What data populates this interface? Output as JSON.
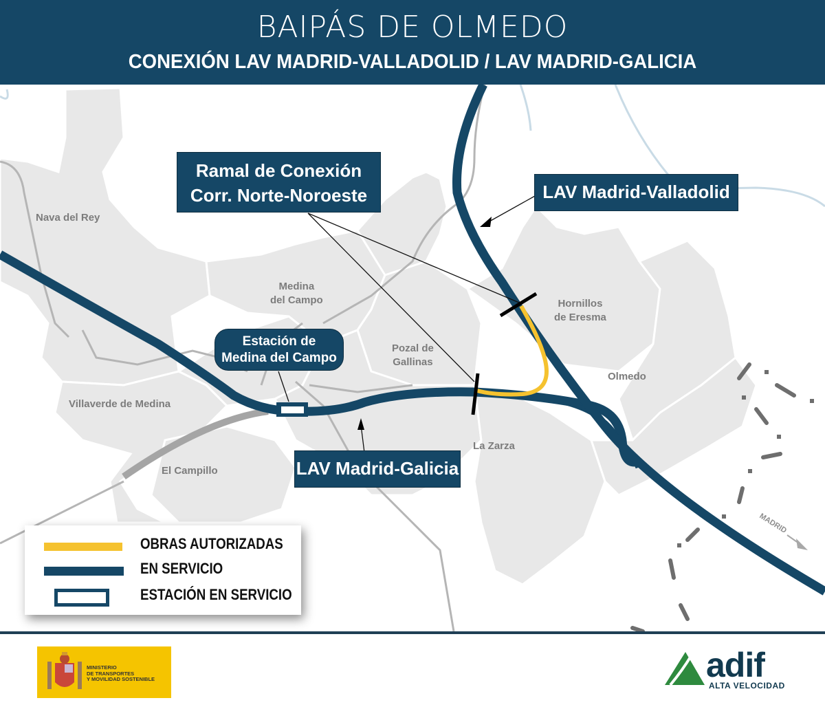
{
  "header": {
    "title": "BAIPÁS DE OLMEDO",
    "subtitle": "CONEXIÓN LAV MADRID-VALLADOLID / LAV MADRID-GALICIA"
  },
  "colors": {
    "brand_navy": "#154766",
    "works_yellow": "#f5c22f",
    "municipality_gray": "#e8e8e8",
    "label_gray": "#7c7c7c",
    "river_blue": "#c9dbe6"
  },
  "callouts": {
    "ramal_line1": "Ramal de Conexión",
    "ramal_line2": "Corr. Norte-Noroeste",
    "lav_valladolid": "LAV Madrid-Valladolid",
    "lav_galicia": "LAV Madrid-Galicia",
    "station_line1": "Estación de",
    "station_line2": "Medina del Campo"
  },
  "towns": [
    {
      "name": "Nava del Rey"
    },
    {
      "line1": "Medina",
      "line2": "del Campo"
    },
    {
      "line1": "Hornillos",
      "line2": "de Eresma"
    },
    {
      "line1": "Pozal de",
      "line2": "Gallinas"
    },
    {
      "name": "Olmedo"
    },
    {
      "name": "Villaverde de Medina"
    },
    {
      "name": "La Zarza"
    },
    {
      "name": "El Campillo"
    }
  ],
  "direction_label": "MADRID",
  "legend": {
    "items": [
      {
        "label": "OBRAS AUTORIZADAS",
        "type": "yellow-line"
      },
      {
        "label": "EN SERVICIO",
        "type": "navy-line"
      },
      {
        "label": "ESTACIÓN EN SERVICIO",
        "type": "station-box"
      }
    ]
  },
  "footer": {
    "ministry_line1": "MINISTERIO",
    "ministry_line2": "DE TRANSPORTES",
    "ministry_line3": "Y MOVILIDAD SOSTENIBLE",
    "adif_word": "adif",
    "adif_sub": "ALTA VELOCIDAD"
  }
}
